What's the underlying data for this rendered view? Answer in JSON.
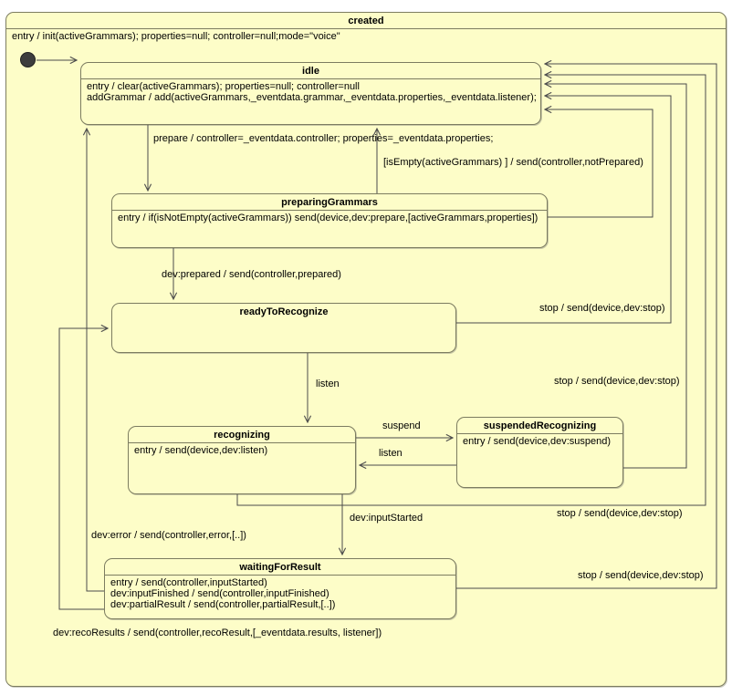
{
  "diagram_title": "created",
  "states": {
    "created": {
      "title": "created",
      "body": [
        "entry / init(activeGrammars); properties=null; controller=null;mode=\"voice\""
      ]
    },
    "idle": {
      "title": "idle",
      "body": [
        "entry / clear(activeGrammars); properties=null; controller=null",
        "addGrammar / add(activeGrammars,_eventdata.grammar,_eventdata.properties,_eventdata.listener);"
      ]
    },
    "preparingGrammars": {
      "title": "preparingGrammars",
      "body": [
        "entry / if(isNotEmpty(activeGrammars)) send(device,dev:prepare,[activeGrammars,properties])"
      ]
    },
    "readyToRecognize": {
      "title": "readyToRecognize",
      "body": []
    },
    "recognizing": {
      "title": "recognizing",
      "body": [
        "entry / send(device,dev:listen)"
      ]
    },
    "suspendedRecognizing": {
      "title": "suspendedRecognizing",
      "body": [
        "entry / send(device,dev:suspend)"
      ]
    },
    "waitingForResult": {
      "title": "waitingForResult",
      "body": [
        "entry / send(controller,inputStarted)",
        "dev:inputFinished / send(controller,inputFinished)",
        "dev:partialResult / send(controller,partialResult,[..])"
      ]
    }
  },
  "transitions": {
    "prepare": "prepare / controller=_eventdata.controller; properties=_eventdata.properties;",
    "not_prepared": "[isEmpty(activeGrammars) ] / send(controller,notPrepared)",
    "dev_prepared": "dev:prepared / send(controller,prepared)",
    "stop_ready": "stop / send(device,dev:stop)",
    "stop_suspended": "stop / send(device,dev:stop)",
    "stop_recognizing": "stop / send(device,dev:stop)",
    "stop_waiting": "stop / send(device,dev:stop)",
    "listen_down": "listen",
    "suspend": "suspend",
    "listen_back": "listen",
    "dev_input_started": "dev:inputStarted",
    "dev_error": "dev:error / send(controller,error,[..])",
    "dev_reco_results": "dev:recoResults / send(controller,recoResult,[_eventdata.results, listener])"
  },
  "colors": {
    "state_fill": "#fdfdc8",
    "state_border": "#7c7c60",
    "line_color": "#4c4c4c",
    "initial_fill": "#3d3d3d",
    "canvas_bg": "#ffffff",
    "text_color": "#000000"
  }
}
